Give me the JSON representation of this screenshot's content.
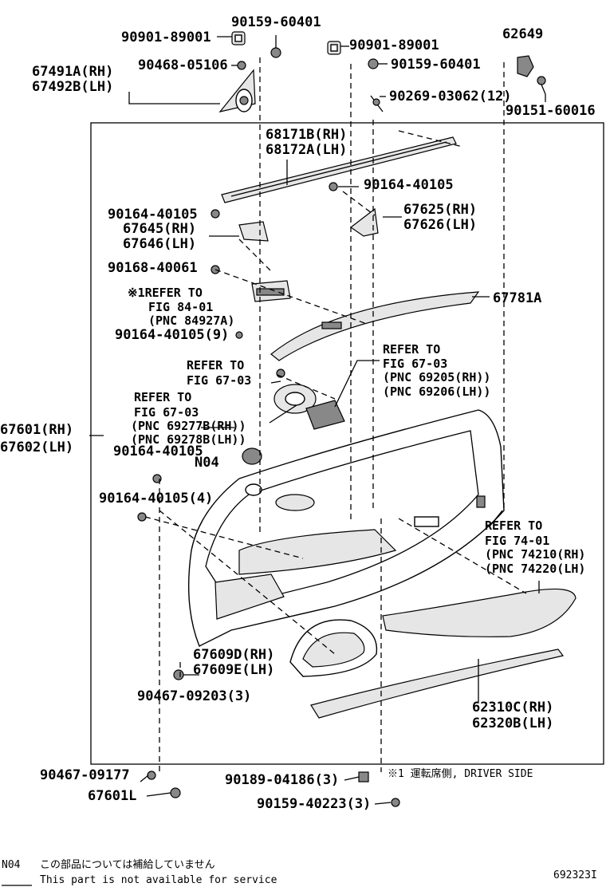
{
  "labels": {
    "p90159_60401_a": "90159-60401",
    "p90901_89001_a": "90901-89001",
    "p90901_89001_b": "90901-89001",
    "p90159_60401_b": "90159-60401",
    "p62649": "62649",
    "p67491a": "67491A(RH)",
    "p67492b": "67492B(LH)",
    "p90468_05106": "90468-05106",
    "p90269_03062": "90269-03062(12)",
    "p90151_60016": "90151-60016",
    "p68171b": "68171B(RH)",
    "p68172a": "68172A(LH)",
    "p90164_40105_a": "90164-40105",
    "p90164_40105_b": "90164-40105",
    "p67625": "67625(RH)",
    "p67626": "67626(LH)",
    "p67645": "67645(RH)",
    "p67646": "67646(LH)",
    "p90168_40061": "90168-40061",
    "ref1_l1": "※1REFER TO",
    "ref1_l2": "FIG 84-01",
    "ref1_l3": "(PNC 84927A)",
    "p67781a": "67781A",
    "p90164_40105_9": "90164-40105(9)",
    "ref2_l1": "REFER TO",
    "ref2_l2": "FIG 67-03",
    "ref2_l3": "(PNC 69205(RH))",
    "ref2_l4": "(PNC 69206(LH))",
    "ref3_l1": "REFER TO",
    "ref3_l2": "FIG 67-03",
    "ref4_l1": "REFER TO",
    "ref4_l2": "FIG 67-03",
    "ref4_l3": "(PNC 69277B(RH))",
    "ref4_l4": "(PNC 69278B(LH))",
    "p67601": "67601(RH)",
    "p67602": "67602(LH)",
    "p90164_40105_c": "90164-40105",
    "n04": "N04",
    "p90164_40105_4": "90164-40105(4)",
    "ref5_l1": "REFER TO",
    "ref5_l2": "FIG 74-01",
    "ref5_l3": "(PNC 74210(RH)",
    "ref5_l4": "(PNC 74220(LH)",
    "p67609d": "67609D(RH)",
    "p67609e": "67609E(LH)",
    "p90467_09203": "90467-09203(3)",
    "p62310c": "62310C(RH)",
    "p62320b": "62320B(LH)",
    "p90467_09177": "90467-09177",
    "p67601l": "67601L",
    "p90189_04186": "90189-04186(3)",
    "p90159_40223": "90159-40223(3)",
    "driver_side": "※1  運転席側, DRIVER SIDE",
    "footnote_code": "N04",
    "footnote_jp": "この部品については補給していません",
    "footnote_en": "This part is not available for service",
    "figure_id": "692323I"
  }
}
